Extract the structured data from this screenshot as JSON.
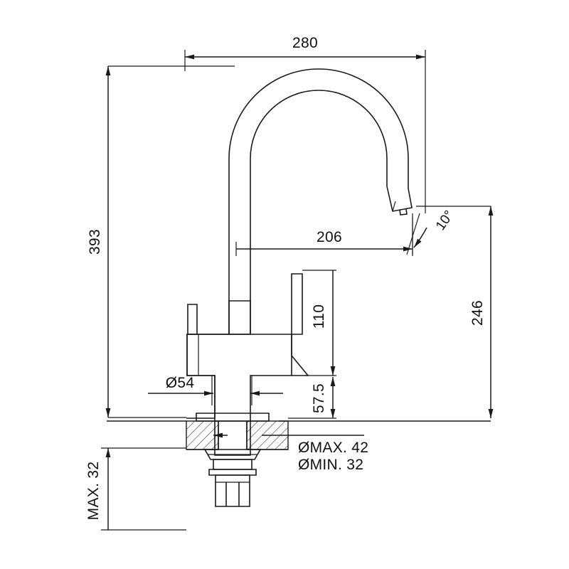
{
  "drawing": {
    "title": "Kitchen mixer tap dimensional drawing",
    "type": "technical-dimension-drawing",
    "units": "mm",
    "background_color": "#ffffff",
    "line_color": "#1a1a1a"
  },
  "dimensions": {
    "spout_reach_total": "280",
    "overall_height": "393",
    "spout_outlet_reach": "206",
    "spout_outlet_height": "246",
    "lever_height": "110",
    "body_shoulder_height": "57.5",
    "body_diameter": "Ø54",
    "hole_diameter_max": "ØMAX. 42",
    "hole_diameter_min": "ØMIN. 32",
    "counter_thickness_max": "MAX. 32",
    "outlet_angle": "10°"
  },
  "labels": [
    {
      "id": "dim-280",
      "text": "280",
      "orientation": "horizontal"
    },
    {
      "id": "dim-393",
      "text": "393",
      "orientation": "vertical"
    },
    {
      "id": "dim-206",
      "text": "206",
      "orientation": "horizontal"
    },
    {
      "id": "dim-246",
      "text": "246",
      "orientation": "vertical"
    },
    {
      "id": "dim-110",
      "text": "110",
      "orientation": "vertical"
    },
    {
      "id": "dim-575",
      "text": "57.5",
      "orientation": "vertical"
    },
    {
      "id": "dim-d54",
      "text": "Ø54",
      "orientation": "horizontal"
    },
    {
      "id": "dim-dmax",
      "text": "ØMAX. 42",
      "orientation": "horizontal"
    },
    {
      "id": "dim-dmin",
      "text": "ØMIN. 32",
      "orientation": "horizontal"
    },
    {
      "id": "dim-max32",
      "text": "MAX. 32",
      "orientation": "vertical"
    },
    {
      "id": "dim-angle",
      "text": "10°",
      "orientation": "rotated"
    }
  ]
}
